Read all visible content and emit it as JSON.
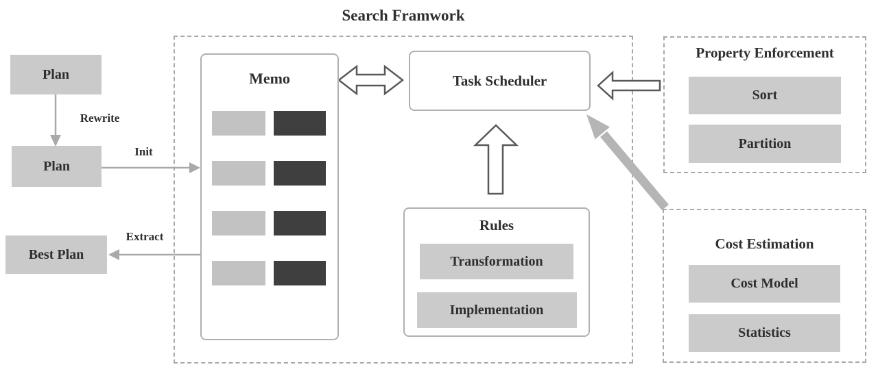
{
  "diagram": {
    "title": "Search Framwork",
    "left_flow": {
      "plan_top": "Plan",
      "plan_bottom": "Plan",
      "best_plan": "Best Plan",
      "rewrite_label": "Rewrite",
      "init_label": "Init",
      "extract_label": "Extract"
    },
    "memo": {
      "title": "Memo",
      "group_rows": 4
    },
    "task_scheduler": {
      "title": "Task Scheduler"
    },
    "rules": {
      "title": "Rules",
      "items": [
        "Transformation",
        "Implementation"
      ]
    },
    "property_enforcement": {
      "title": "Property Enforcement",
      "items": [
        "Sort",
        "Partition"
      ]
    },
    "cost_estimation": {
      "title": "Cost Estimation",
      "items": [
        "Cost Model",
        "Statistics"
      ]
    },
    "colors": {
      "gray_box_fill": "#cacaca",
      "memo_light_cell": "#c2c2c2",
      "memo_dark_cell": "#3f3f3f",
      "solid_panel_border": "#b0b0b0",
      "dashed_panel_border": "#a8a8a8",
      "outline_arrow_stroke": "#595959",
      "thin_arrow": "#a9a9a9",
      "thick_arrow": "#b5b5b5",
      "text": "#2e2e2e"
    }
  }
}
